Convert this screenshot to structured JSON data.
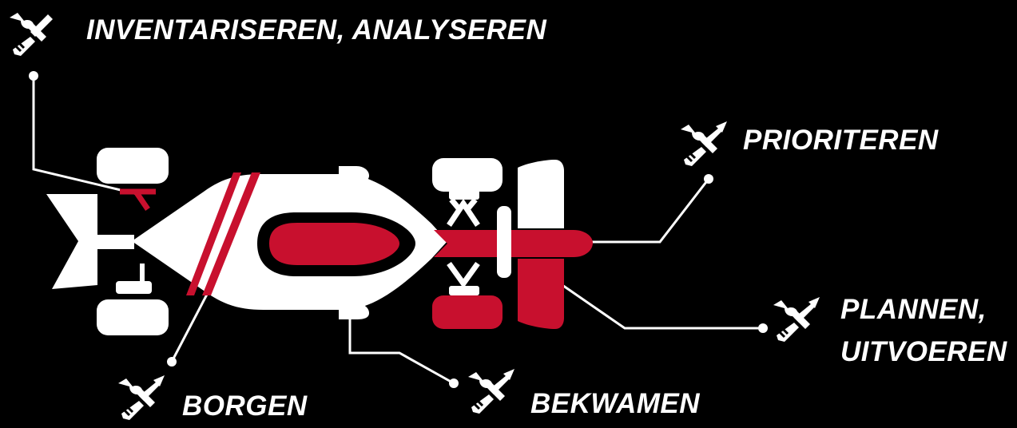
{
  "labels": {
    "inventariseren": "INVENTARISEREN, ANALYSEREN",
    "prioriteren": "PRIORITEREN",
    "plannen_line1": "PLANNEN,",
    "plannen_line2": "UITVOEREN",
    "borgen": "BORGEN",
    "bekwamen": "BEKWAMEN"
  },
  "icons": {
    "inventariseren": "wrench-screwdriver-icon",
    "prioriteren": "wrench-screwdriver-arrow-icon",
    "plannen": "wrench-screwdriver-arrow-icon",
    "borgen": "wrench-screwdriver-arrow-icon",
    "bekwamen": "wrench-screwdriver-arrow-icon"
  },
  "colors": {
    "background": "#000000",
    "car_body": "#ffffff",
    "accent_red": "#c8102e",
    "text": "#ffffff"
  }
}
